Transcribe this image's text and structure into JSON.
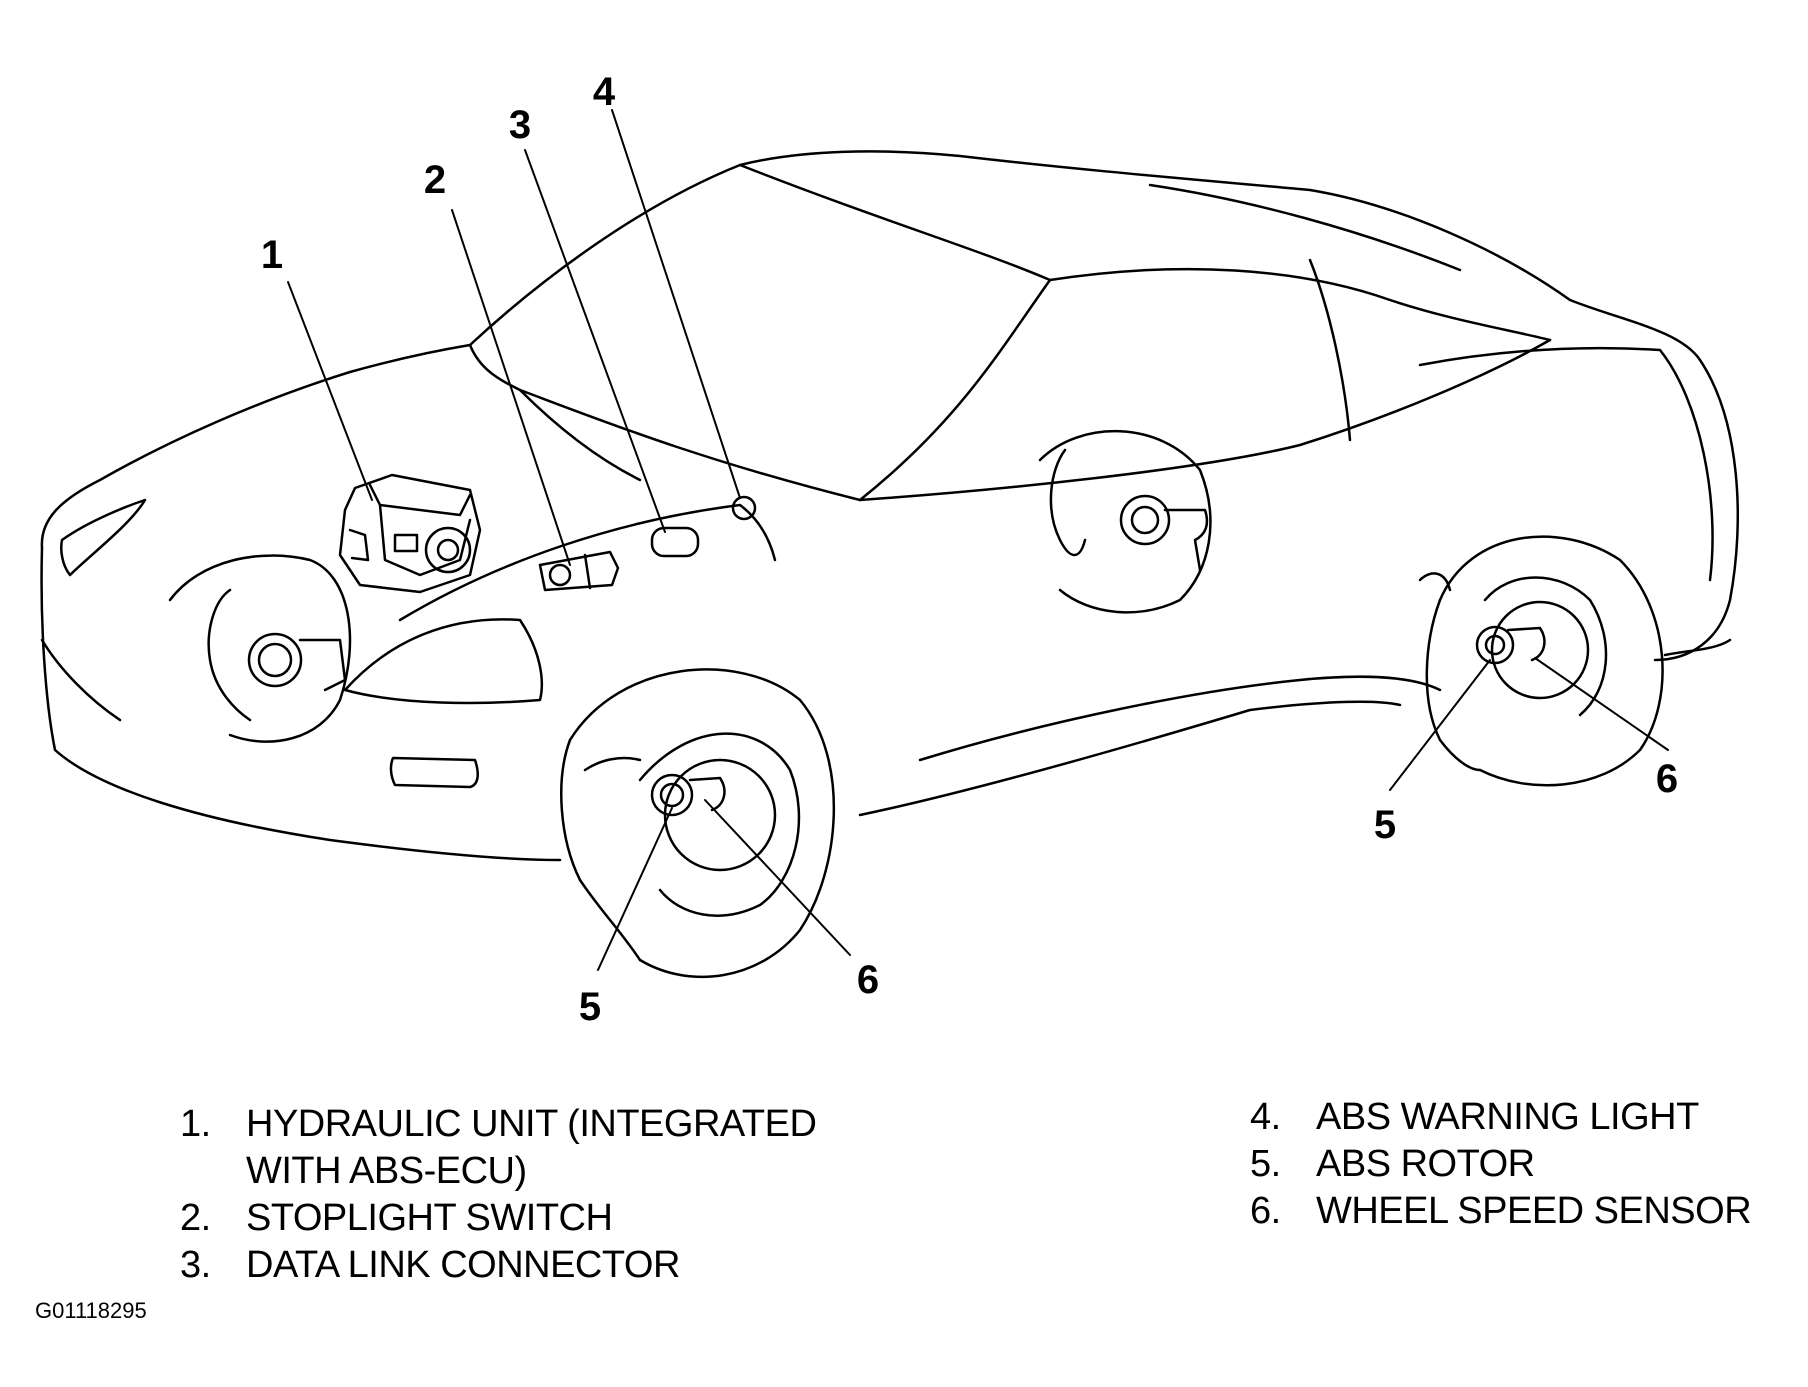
{
  "callouts": [
    {
      "id": "1",
      "label": "1"
    },
    {
      "id": "2",
      "label": "2"
    },
    {
      "id": "3",
      "label": "3"
    },
    {
      "id": "4",
      "label": "4"
    },
    {
      "id": "5a",
      "label": "5"
    },
    {
      "id": "6a",
      "label": "6"
    },
    {
      "id": "5b",
      "label": "5"
    },
    {
      "id": "6b",
      "label": "6"
    }
  ],
  "legend": [
    {
      "num": "1.",
      "text": "HYDRAULIC UNIT (INTEGRATED",
      "text2": "WITH ABS-ECU)"
    },
    {
      "num": "2.",
      "text": "STOPLIGHT SWITCH"
    },
    {
      "num": "3.",
      "text": "DATA LINK CONNECTOR"
    },
    {
      "num": "4.",
      "text": "ABS WARNING LIGHT"
    },
    {
      "num": "5.",
      "text": "ABS ROTOR"
    },
    {
      "num": "6.",
      "text": "WHEEL SPEED SENSOR"
    }
  ],
  "figure_code": "G01118295"
}
